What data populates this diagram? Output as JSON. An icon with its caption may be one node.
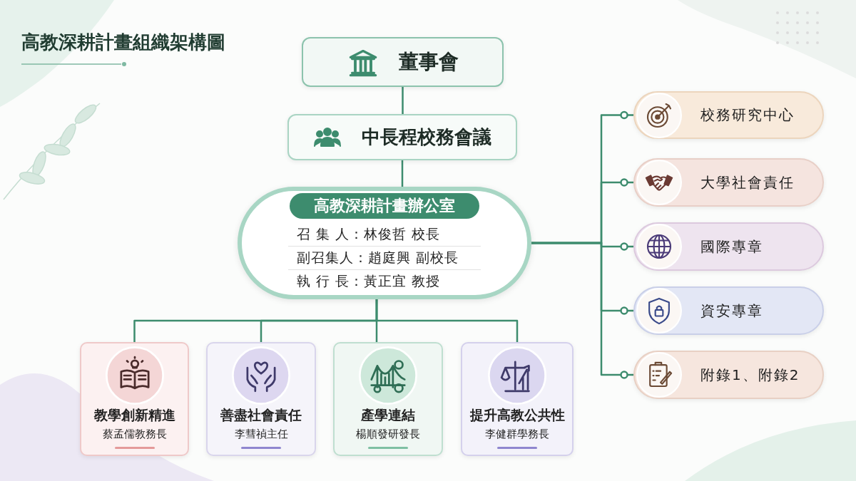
{
  "diagram": {
    "title": "高教深耕計畫組織架構圖",
    "nodes": [
      {
        "text": [
          "董事會"
        ]
      },
      {
        "text": [
          "中長程校務會議"
        ]
      },
      {
        "text": [
          "高教深耕計畫辦公室",
          "召 集 人：林俊哲 校長",
          "副召集人：趙庭興 副校長",
          "執 行 長：黃正宜 教授"
        ]
      },
      {
        "text": [
          "教學創新精進",
          "蔡孟儒教務長"
        ]
      },
      {
        "text": [
          "善盡社會責任",
          "李彗禎主任"
        ]
      },
      {
        "text": [
          "產學連結",
          "楊順發研發長"
        ]
      },
      {
        "text": [
          "提升高教公共性",
          "李健群學務長"
        ]
      },
      {
        "text": [
          "校務研究中心"
        ]
      },
      {
        "text": [
          "大學社會責任"
        ]
      },
      {
        "text": [
          "國際專章"
        ]
      },
      {
        "text": [
          "資安專章"
        ]
      },
      {
        "text": [
          "附錄1、附錄2"
        ]
      }
    ],
    "edges": [
      {
        "from": 0,
        "to": 1,
        "arrow": "none"
      },
      {
        "from": 1,
        "to": 2,
        "arrow": "none"
      },
      {
        "from": 2,
        "to": 3,
        "arrow": "none"
      },
      {
        "from": 2,
        "to": 4,
        "arrow": "none"
      },
      {
        "from": 2,
        "to": 5,
        "arrow": "none"
      },
      {
        "from": 2,
        "to": 6,
        "arrow": "none"
      },
      {
        "from": 2,
        "to": 7,
        "arrow": "other"
      },
      {
        "from": 2,
        "to": 8,
        "arrow": "other"
      },
      {
        "from": 2,
        "to": 9,
        "arrow": "other"
      },
      {
        "from": 2,
        "to": 10,
        "arrow": "other"
      },
      {
        "from": 2,
        "to": 11,
        "arrow": "other"
      }
    ]
  }
}
